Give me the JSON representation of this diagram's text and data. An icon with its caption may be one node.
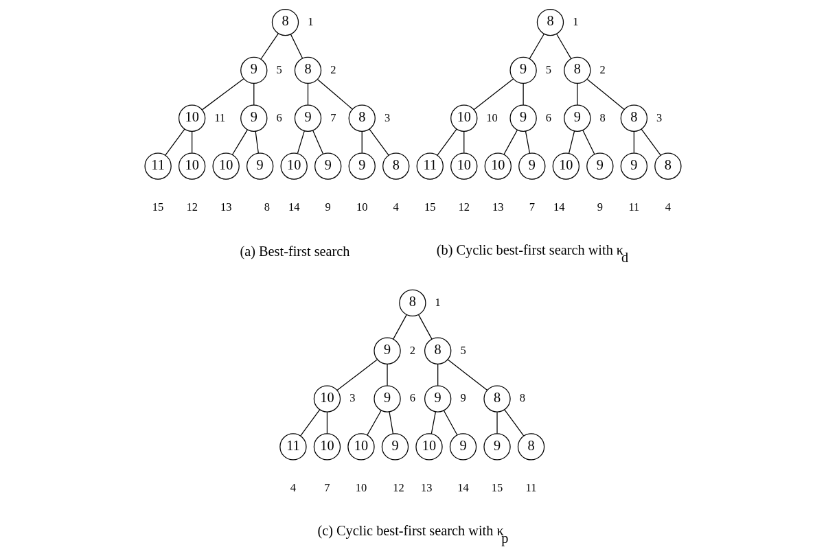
{
  "diagram": {
    "nodes": [
      {
        "text": [
          "8"
        ],
        "beside": [
          "1"
        ]
      },
      {
        "text": [
          "9"
        ],
        "beside": [
          "5"
        ]
      },
      {
        "text": [
          "8"
        ],
        "beside": [
          "2"
        ]
      },
      {
        "text": [
          "10"
        ],
        "beside": [
          "11"
        ]
      },
      {
        "text": [
          "9"
        ],
        "beside": [
          "6"
        ]
      },
      {
        "text": [
          "9"
        ],
        "beside": [
          "7"
        ]
      },
      {
        "text": [
          "8"
        ],
        "beside": [
          "3"
        ]
      },
      {
        "text": [
          "11"
        ],
        "beside": [
          "15"
        ]
      },
      {
        "text": [
          "10"
        ],
        "beside": [
          "12"
        ]
      },
      {
        "text": [
          "10"
        ],
        "beside": [
          "13"
        ]
      },
      {
        "text": [
          "9"
        ],
        "beside": [
          "8"
        ]
      },
      {
        "text": [
          "10"
        ],
        "beside": [
          "14"
        ]
      },
      {
        "text": [
          "9"
        ],
        "beside": [
          "9"
        ]
      },
      {
        "text": [
          "9"
        ],
        "beside": [
          "10"
        ]
      },
      {
        "text": [
          "8"
        ],
        "beside": [
          "4"
        ]
      },
      {
        "text": [
          "8"
        ],
        "beside": [
          "1"
        ]
      },
      {
        "text": [
          "9"
        ],
        "beside": [
          "5"
        ]
      },
      {
        "text": [
          "8"
        ],
        "beside": [
          "2"
        ]
      },
      {
        "text": [
          "10"
        ],
        "beside": [
          "10"
        ]
      },
      {
        "text": [
          "9"
        ],
        "beside": [
          "6"
        ]
      },
      {
        "text": [
          "9"
        ],
        "beside": [
          "8"
        ]
      },
      {
        "text": [
          "8"
        ],
        "beside": [
          "3"
        ]
      },
      {
        "text": [
          "11"
        ],
        "beside": [
          "15"
        ]
      },
      {
        "text": [
          "10"
        ],
        "beside": [
          "12"
        ]
      },
      {
        "text": [
          "10"
        ],
        "beside": [
          "13"
        ]
      },
      {
        "text": [
          "9"
        ],
        "beside": [
          "7"
        ]
      },
      {
        "text": [
          "10"
        ],
        "beside": [
          "14"
        ]
      },
      {
        "text": [
          "9"
        ],
        "beside": [
          "9"
        ]
      },
      {
        "text": [
          "9"
        ],
        "beside": [
          "11"
        ]
      },
      {
        "text": [
          "8"
        ],
        "beside": [
          "4"
        ]
      },
      {
        "text": [
          "8"
        ],
        "beside": [
          "1"
        ]
      },
      {
        "text": [
          "9"
        ],
        "beside": [
          "2"
        ]
      },
      {
        "text": [
          "8"
        ],
        "beside": [
          "5"
        ]
      },
      {
        "text": [
          "10"
        ],
        "beside": [
          "3"
        ]
      },
      {
        "text": [
          "9"
        ],
        "beside": [
          "6"
        ]
      },
      {
        "text": [
          "9"
        ],
        "beside": [
          "9"
        ]
      },
      {
        "text": [
          "8"
        ],
        "beside": [
          "8"
        ]
      },
      {
        "text": [
          "11"
        ],
        "beside": [
          "4"
        ]
      },
      {
        "text": [
          "10"
        ],
        "beside": [
          "7"
        ]
      },
      {
        "text": [
          "10"
        ],
        "beside": [
          "10"
        ]
      },
      {
        "text": [
          "9"
        ],
        "beside": [
          "12"
        ]
      },
      {
        "text": [
          "10"
        ],
        "beside": [
          "13"
        ]
      },
      {
        "text": [
          "9"
        ],
        "beside": [
          "14"
        ]
      },
      {
        "text": [
          "9"
        ],
        "beside": [
          "15"
        ]
      },
      {
        "text": [
          "8"
        ],
        "beside": [
          "11"
        ]
      }
    ],
    "edges": [
      {
        "from": 0,
        "to": 1,
        "arrow": "none"
      },
      {
        "from": 0,
        "to": 2,
        "arrow": "none"
      },
      {
        "from": 1,
        "to": 3,
        "arrow": "none"
      },
      {
        "from": 1,
        "to": 4,
        "arrow": "none"
      },
      {
        "from": 2,
        "to": 5,
        "arrow": "none"
      },
      {
        "from": 2,
        "to": 6,
        "arrow": "none"
      },
      {
        "from": 3,
        "to": 7,
        "arrow": "none"
      },
      {
        "from": 3,
        "to": 8,
        "arrow": "none"
      },
      {
        "from": 4,
        "to": 9,
        "arrow": "none"
      },
      {
        "from": 4,
        "to": 10,
        "arrow": "none"
      },
      {
        "from": 5,
        "to": 11,
        "arrow": "none"
      },
      {
        "from": 5,
        "to": 12,
        "arrow": "none"
      },
      {
        "from": 6,
        "to": 13,
        "arrow": "none"
      },
      {
        "from": 6,
        "to": 14,
        "arrow": "none"
      },
      {
        "from": 15,
        "to": 16,
        "arrow": "none"
      },
      {
        "from": 15,
        "to": 17,
        "arrow": "none"
      },
      {
        "from": 16,
        "to": 18,
        "arrow": "none"
      },
      {
        "from": 16,
        "to": 19,
        "arrow": "none"
      },
      {
        "from": 17,
        "to": 20,
        "arrow": "none"
      },
      {
        "from": 17,
        "to": 21,
        "arrow": "none"
      },
      {
        "from": 18,
        "to": 22,
        "arrow": "none"
      },
      {
        "from": 18,
        "to": 23,
        "arrow": "none"
      },
      {
        "from": 19,
        "to": 24,
        "arrow": "none"
      },
      {
        "from": 19,
        "to": 25,
        "arrow": "none"
      },
      {
        "from": 20,
        "to": 26,
        "arrow": "none"
      },
      {
        "from": 20,
        "to": 27,
        "arrow": "none"
      },
      {
        "from": 21,
        "to": 28,
        "arrow": "none"
      },
      {
        "from": 21,
        "to": 29,
        "arrow": "none"
      },
      {
        "from": 30,
        "to": 31,
        "arrow": "none"
      },
      {
        "from": 30,
        "to": 32,
        "arrow": "none"
      },
      {
        "from": 31,
        "to": 33,
        "arrow": "none"
      },
      {
        "from": 31,
        "to": 34,
        "arrow": "none"
      },
      {
        "from": 32,
        "to": 35,
        "arrow": "none"
      },
      {
        "from": 32,
        "to": 36,
        "arrow": "none"
      },
      {
        "from": 33,
        "to": 37,
        "arrow": "none"
      },
      {
        "from": 33,
        "to": 38,
        "arrow": "none"
      },
      {
        "from": 34,
        "to": 39,
        "arrow": "none"
      },
      {
        "from": 34,
        "to": 40,
        "arrow": "none"
      },
      {
        "from": 35,
        "to": 41,
        "arrow": "none"
      },
      {
        "from": 35,
        "to": 42,
        "arrow": "none"
      },
      {
        "from": 36,
        "to": 43,
        "arrow": "none"
      },
      {
        "from": 36,
        "to": 44,
        "arrow": "none"
      }
    ],
    "labels": [
      "(a) Best-first search",
      "(b) Cyclic best-first search with κ$_{d}$",
      "(c) Cyclic best-first search with κ$_{p}$"
    ]
  }
}
